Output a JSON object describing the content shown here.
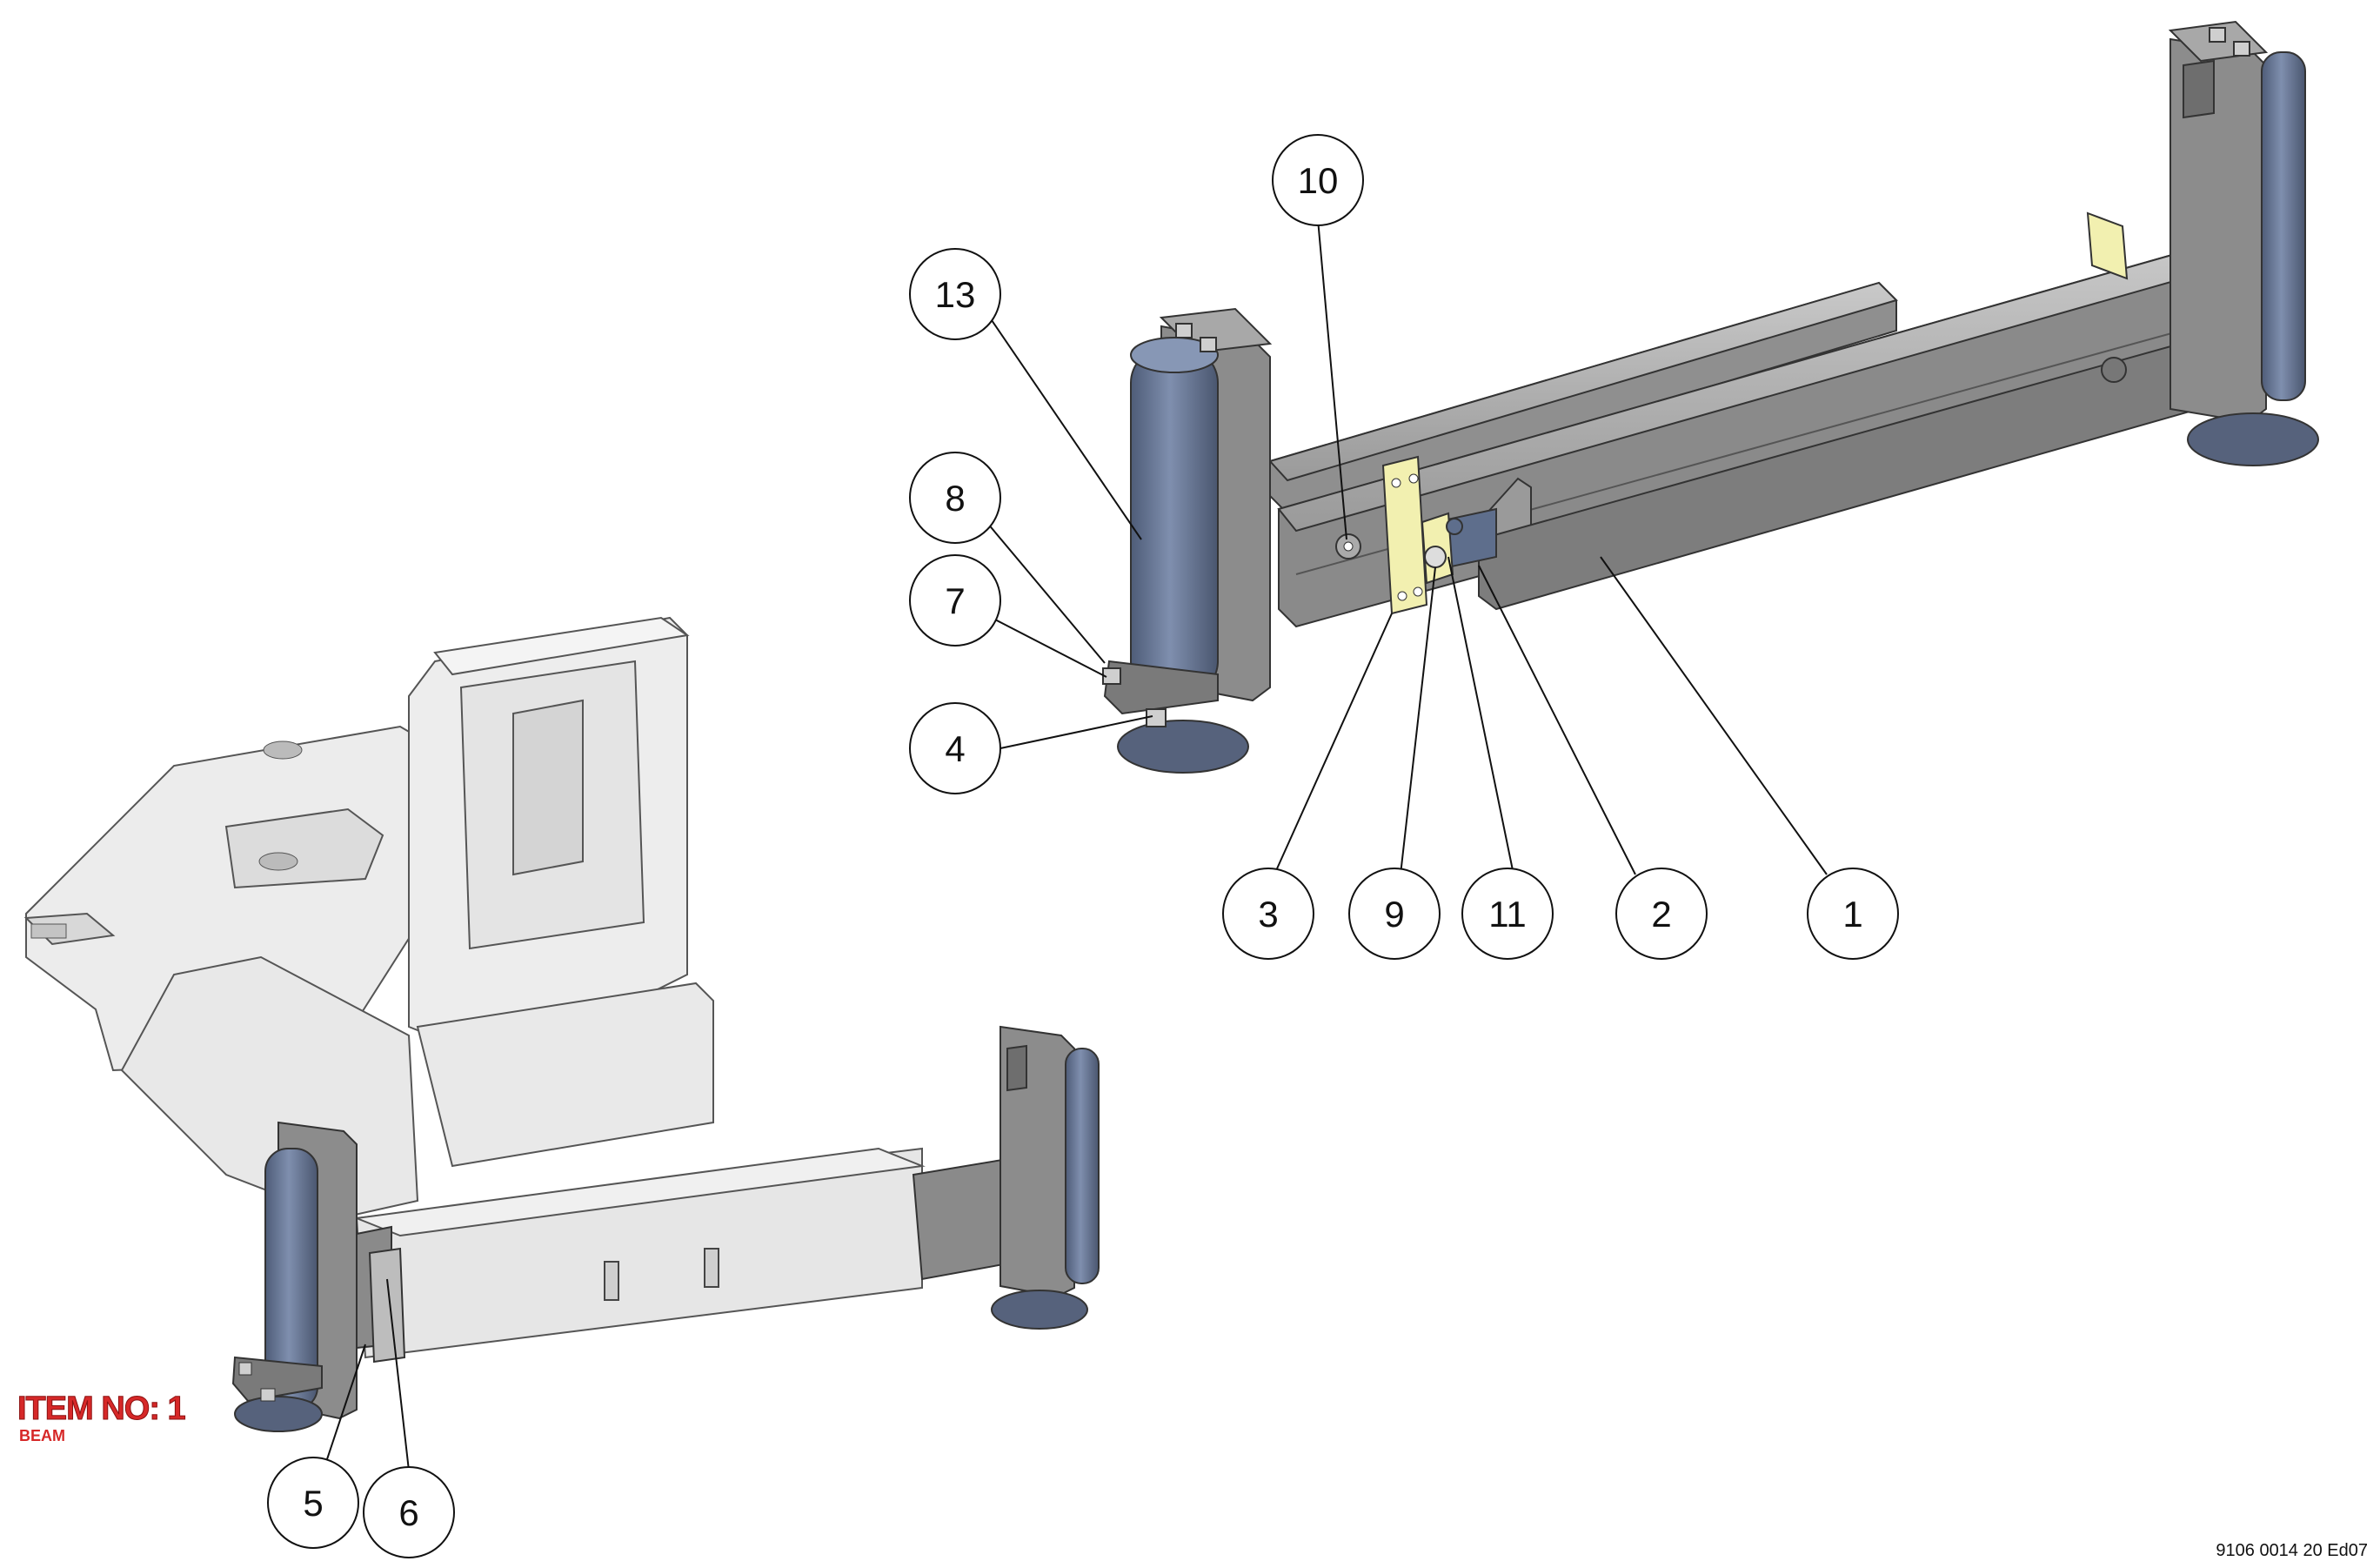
{
  "item_label": "ITEM NO: 1",
  "item_name": "BEAM",
  "drawing_number": "9106 0014 20 Ed07",
  "balloons": [
    {
      "id": "b10",
      "label": "10"
    },
    {
      "id": "b13",
      "label": "13"
    },
    {
      "id": "b8",
      "label": "8"
    },
    {
      "id": "b7",
      "label": "7"
    },
    {
      "id": "b4",
      "label": "4"
    },
    {
      "id": "b3",
      "label": "3"
    },
    {
      "id": "b9",
      "label": "9"
    },
    {
      "id": "b11",
      "label": "11"
    },
    {
      "id": "b2",
      "label": "2"
    },
    {
      "id": "b1",
      "label": "1"
    },
    {
      "id": "b5",
      "label": "5"
    },
    {
      "id": "b6",
      "label": "6"
    }
  ],
  "colors": {
    "steel": "#8e8e8e",
    "steel_dark": "#6f6f6f",
    "steel_light": "#b4b4b4",
    "cylinder": "#5e6e8c",
    "cylinder_light": "#7c8cab",
    "pad": "#56627c",
    "plate": "#f2f0b0",
    "frame": "#ececec",
    "frame_line": "#555555",
    "accent": "#d62828"
  }
}
